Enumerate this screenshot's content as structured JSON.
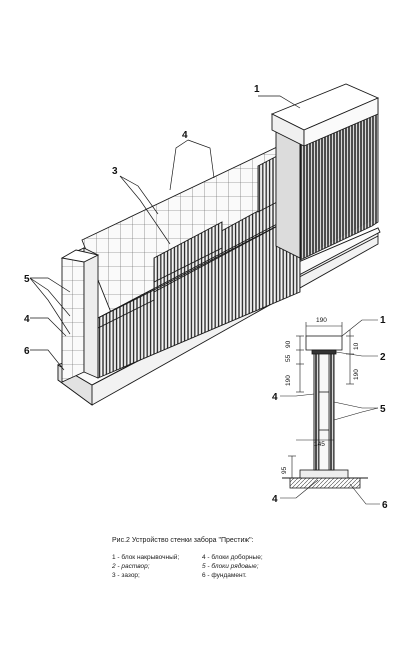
{
  "callouts": {
    "wall": {
      "n1": "1",
      "n4": "4",
      "n3": "3",
      "n5": "5",
      "n4b": "4",
      "n6": "6"
    },
    "section": {
      "n1": "1",
      "n2": "2",
      "n4a": "4",
      "n5": "5",
      "n4b": "4",
      "n6": "6"
    }
  },
  "dims": {
    "width_top": "190",
    "cap": "90",
    "joint": "55",
    "gap": "10",
    "block_left": "190",
    "block_right": "190",
    "core": "145",
    "base": "95"
  },
  "caption": {
    "title": "Рис.2 Устройство стенки забора \"Престиж\":",
    "legend": [
      {
        "left": "1 - блок накрывочный;",
        "right": "4 - блоки доборные;"
      },
      {
        "left": "2 - раствор;",
        "right": "5 - блоки рядовые;"
      },
      {
        "left": "3 - зазор;",
        "right": "6 - фундамент."
      }
    ]
  }
}
